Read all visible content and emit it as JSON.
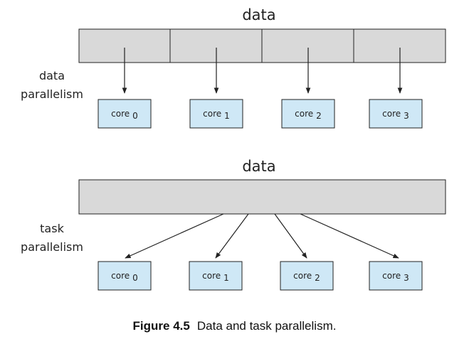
{
  "data_parallelism": {
    "title": "data",
    "label_line1": "data",
    "label_line2": "parallelism",
    "cores": [
      {
        "word": "core",
        "index": "0"
      },
      {
        "word": "core",
        "index": "1"
      },
      {
        "word": "core",
        "index": "2"
      },
      {
        "word": "core",
        "index": "3"
      }
    ]
  },
  "task_parallelism": {
    "title": "data",
    "label_line1": "task",
    "label_line2": "parallelism",
    "cores": [
      {
        "word": "core",
        "index": "0"
      },
      {
        "word": "core",
        "index": "1"
      },
      {
        "word": "core",
        "index": "2"
      },
      {
        "word": "core",
        "index": "3"
      }
    ]
  },
  "caption": {
    "label": "Figure 4.5",
    "text": "Data and task parallelism."
  },
  "colors": {
    "data_fill": "#d9d9d9",
    "core_fill": "#cfe8f6",
    "stroke": "#222222"
  }
}
